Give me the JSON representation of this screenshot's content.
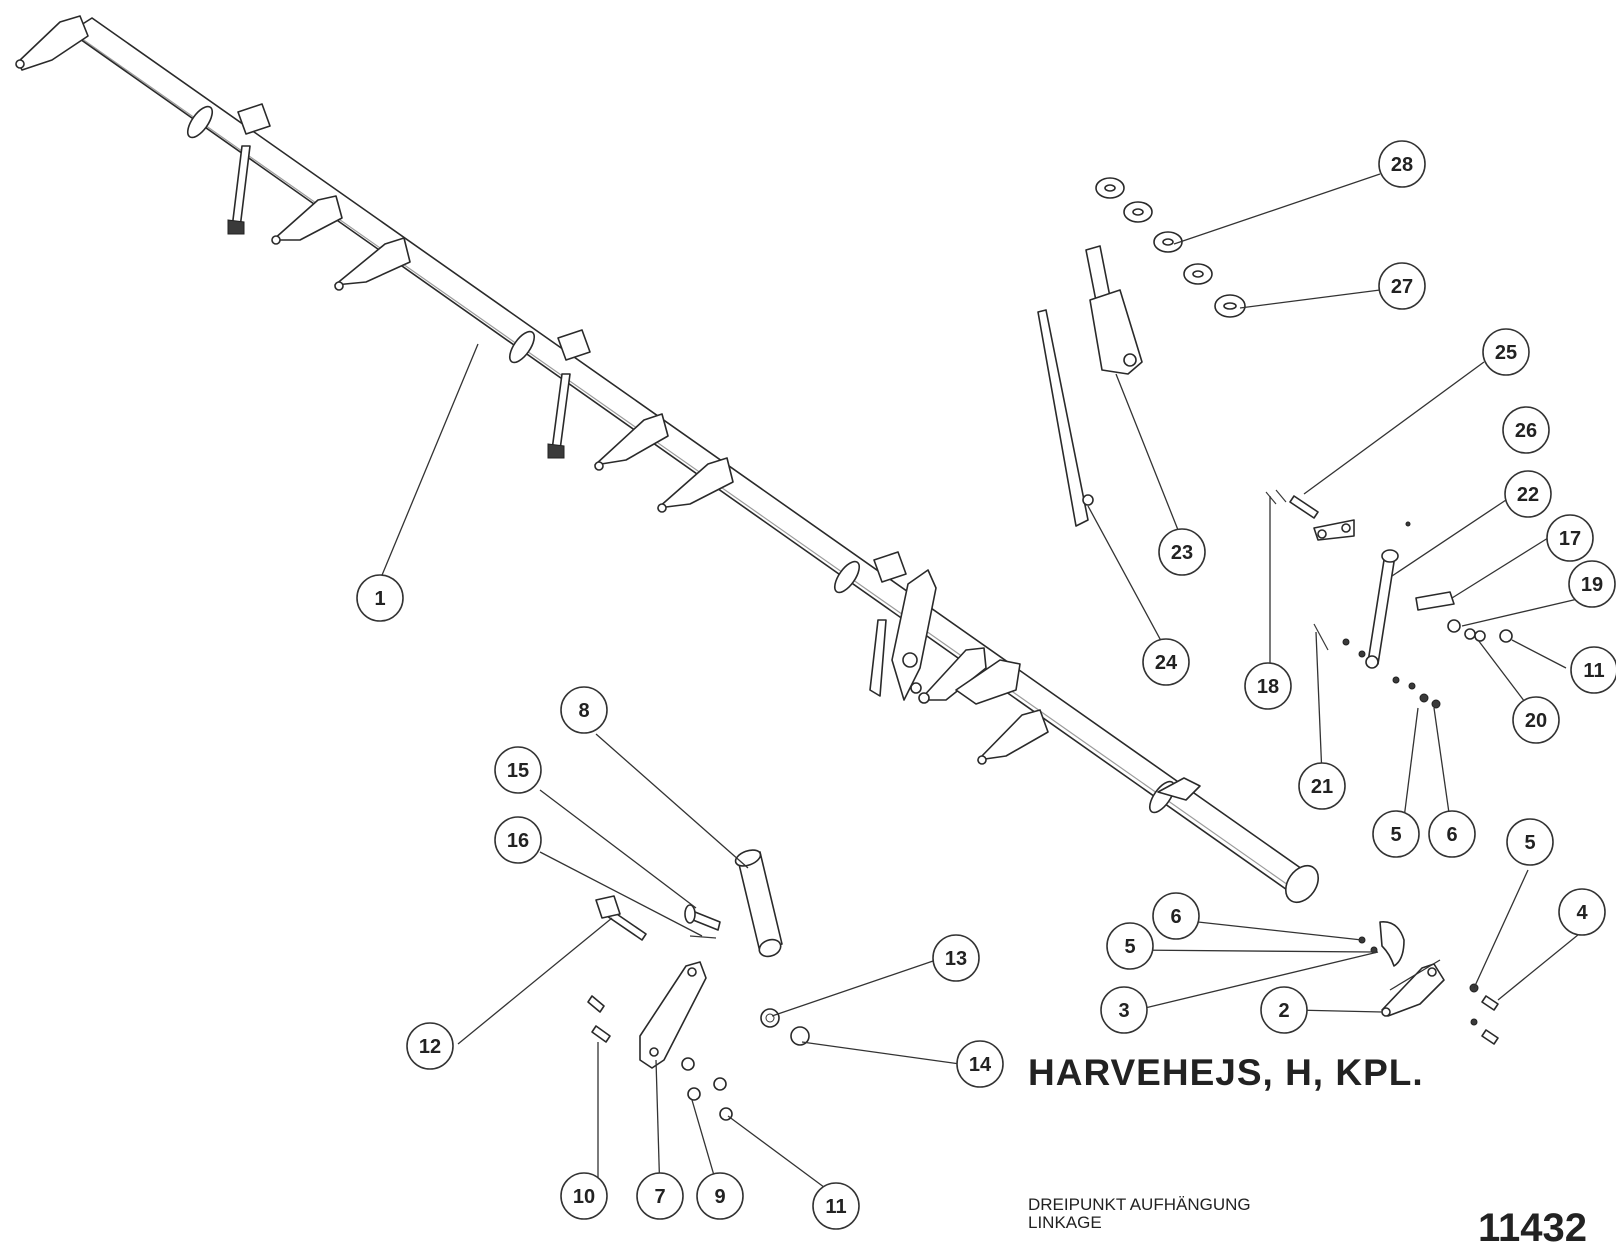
{
  "title": "HARVEHEJS, H, KPL.",
  "subtitle_line1": "DREIPUNKT AUFHÄNGUNG",
  "subtitle_line2": "LINKAGE",
  "doc_number": "11432",
  "balloons": [
    "1",
    "2",
    "3",
    "4",
    "5",
    "6",
    "7",
    "8",
    "9",
    "10",
    "11",
    "12",
    "13",
    "14",
    "15",
    "16",
    "17",
    "18",
    "19",
    "20",
    "21",
    "22",
    "23",
    "24",
    "25",
    "26",
    "27",
    "28"
  ]
}
